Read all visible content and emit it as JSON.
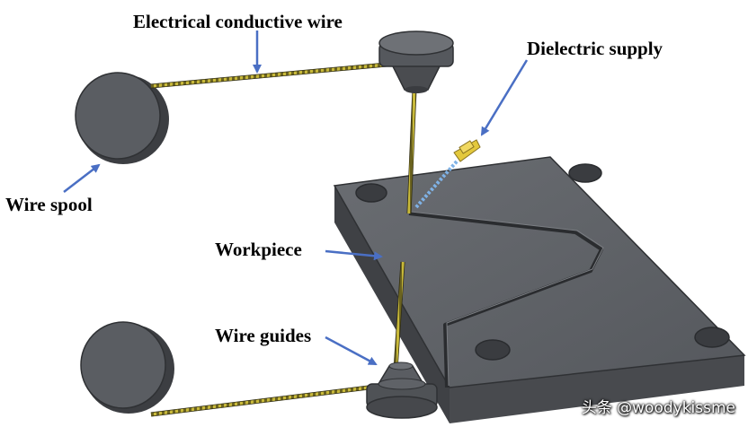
{
  "labels": {
    "electrical_conductive_wire": "Electrical conductive wire",
    "dielectric_supply": "Dielectric supply",
    "wire_spool": "Wire spool",
    "workpiece": "Workpiece",
    "wire_guides": "Wire guides"
  },
  "watermark": "头条 @woodykissme",
  "colors": {
    "component_dark": "#4d4f53",
    "component_mid": "#5a5d62",
    "component_light": "#6e7176",
    "wire_yellow": "#c8b93a",
    "arrow_blue": "#4a6fc4",
    "nozzle_yellow": "#e3c83c",
    "dielectric_stream": "#7fb2e6"
  }
}
